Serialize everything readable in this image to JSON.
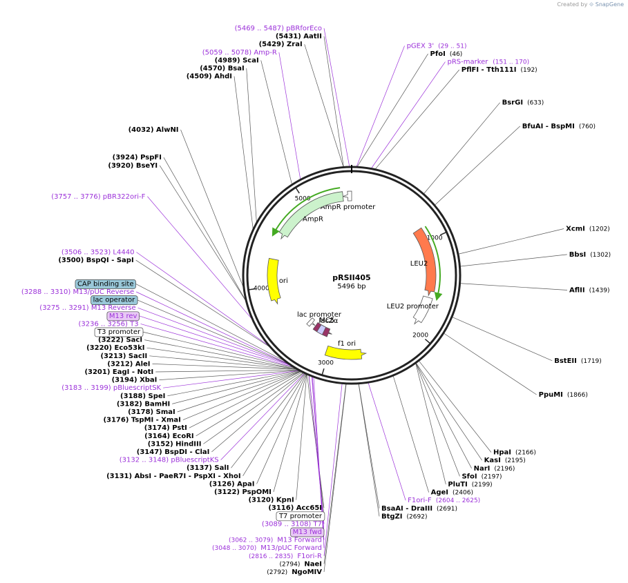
{
  "credit": {
    "prefix": "Created by",
    "brand": "SnapGene"
  },
  "plasmid": {
    "name": "pRSII405",
    "length_label": "5496 bp",
    "length": 5496
  },
  "colors": {
    "primer": "#9b30d9",
    "enzyme_line": "#555555",
    "backbone": "#222222"
  },
  "ticks": [
    {
      "bp": 1000,
      "label": "1000"
    },
    {
      "bp": 2000,
      "label": "2000"
    },
    {
      "bp": 3000,
      "label": "3000"
    },
    {
      "bp": 4000,
      "label": "4000"
    },
    {
      "bp": 5000,
      "label": "5000"
    }
  ],
  "features": [
    {
      "label": "AmpR promoter",
      "start": 5400,
      "end": 5496,
      "color": "#ffffff",
      "dir": -1
    },
    {
      "label": "AmpR",
      "start": 4540,
      "end": 5400,
      "color": "#ccf2cc",
      "dir": -1
    },
    {
      "label": "LEU2",
      "start": 850,
      "end": 1600,
      "color": "#ff7a4d",
      "dir": 1
    },
    {
      "label": "LEU2 promoter",
      "start": 1620,
      "end": 1950,
      "color": "#ffffff",
      "dir": 1
    },
    {
      "label": "ori",
      "start": 3800,
      "end": 4300,
      "color": "#ffff00",
      "dir": -1
    },
    {
      "label": "f1 ori",
      "label_rot": true,
      "start": 2590,
      "end": 3030,
      "color": "#ffff00",
      "dir": -1
    },
    {
      "label": "lac promoter",
      "start": 3300,
      "end": 3400,
      "color": "#ffffff",
      "dir": -1
    },
    {
      "label": "lacZα",
      "start": 3030,
      "end": 3290,
      "color": "#993366",
      "dir": -1
    },
    {
      "label": "MCS",
      "start": 3150,
      "end": 3230,
      "color": "#ccccff",
      "dir": 0
    }
  ],
  "labels": [
    {
      "text": "(5469 .. 5487)  pBRforEco",
      "kind": "primer",
      "bp": 5478
    },
    {
      "text": "PfoI",
      "pos": "(46)",
      "kind": "enzyme",
      "bp": 46
    },
    {
      "text": "(5431)  AatII",
      "kind": "enzyme",
      "bp": 5431
    },
    {
      "text": "(5429)  ZraI",
      "kind": "enzyme",
      "bp": 5429
    },
    {
      "text": "pGEX 3'",
      "pos": "(29 .. 51)",
      "kind": "primer",
      "bp": 40
    },
    {
      "text": "pRS-marker",
      "pos": "(151 .. 170)",
      "kind": "primer",
      "bp": 160
    },
    {
      "text": "PflFI - Tth111I",
      "pos": "(192)",
      "kind": "enzyme",
      "bp": 192
    },
    {
      "text": "(5059 .. 5078)  Amp-R",
      "kind": "primer",
      "bp": 5068
    },
    {
      "text": "(4989)  ScaI",
      "kind": "enzyme",
      "bp": 4989
    },
    {
      "text": "BsrGI",
      "pos": "(633)",
      "kind": "enzyme",
      "bp": 633
    },
    {
      "text": "BfuAI - BspMI",
      "pos": "(760)",
      "kind": "enzyme",
      "bp": 760
    },
    {
      "text": "XcmI",
      "pos": "(1202)",
      "kind": "enzyme",
      "bp": 1202
    },
    {
      "text": "BbsI",
      "pos": "(1302)",
      "kind": "enzyme",
      "bp": 1302
    },
    {
      "text": "AflII",
      "pos": "(1439)",
      "kind": "enzyme",
      "bp": 1439
    },
    {
      "text": "BstEII",
      "pos": "(1719)",
      "kind": "enzyme",
      "bp": 1719
    },
    {
      "text": "PpuMI",
      "pos": "(1866)",
      "kind": "enzyme",
      "bp": 1866
    },
    {
      "text": "HpaI",
      "pos": "(2166)",
      "kind": "enzyme",
      "bp": 2166
    },
    {
      "text": "KasI",
      "pos": "(2195)",
      "kind": "enzyme",
      "bp": 2195
    },
    {
      "text": "NarI",
      "pos": "(2196)",
      "kind": "enzyme",
      "bp": 2196
    },
    {
      "text": "SfoI",
      "pos": "(2197)",
      "kind": "enzyme",
      "bp": 2197
    },
    {
      "text": "PluTI",
      "pos": "(2199)",
      "kind": "enzyme",
      "bp": 2199
    },
    {
      "text": "AgeI",
      "pos": "(2406)",
      "kind": "enzyme",
      "bp": 2406
    },
    {
      "text": "F1ori-F",
      "pos": "(2604 .. 2625)",
      "kind": "primer",
      "bp": 2614
    },
    {
      "text": "BsaAI - DraIII",
      "pos": "(2691)",
      "kind": "enzyme",
      "bp": 2691
    },
    {
      "text": "BtgZI",
      "pos": "(2692)",
      "kind": "enzyme",
      "bp": 2692
    },
    {
      "text": "NgoMIV",
      "pos": "(2792)",
      "kind": "enzyme",
      "bp": 2792
    },
    {
      "text": "NaeI",
      "pos": "(2794)",
      "kind": "enzyme",
      "bp": 2794
    },
    {
      "text": "F1ori-R",
      "pos": "(2816 .. 2835)",
      "kind": "primer",
      "bp": 2825
    },
    {
      "text": "M13/pUC Forward",
      "pos": "(3048 .. 3070)",
      "kind": "primer",
      "bp": 3059
    },
    {
      "text": "M13 Forward",
      "pos": "(3062 .. 3079)",
      "kind": "primer",
      "bp": 3070
    },
    {
      "text": "M13 fwd",
      "kind": "boxed-primer",
      "bp": 3075
    },
    {
      "text": "(3089 .. 3108)  T7",
      "kind": "primer",
      "bp": 3098
    },
    {
      "text": "T7 promoter",
      "kind": "boxed",
      "bp": 3100
    },
    {
      "text": "(3116)  Acc65I",
      "kind": "enzyme",
      "bp": 3116
    },
    {
      "text": "(3120)  KpnI",
      "kind": "enzyme",
      "bp": 3120
    },
    {
      "text": "(3122)  PspOMI",
      "kind": "enzyme",
      "bp": 3122
    },
    {
      "text": "(3126)  ApaI",
      "kind": "enzyme",
      "bp": 3126
    },
    {
      "text": "(3131)  AbsI - PaeR7I - PspXI - XhoI",
      "kind": "enzyme",
      "bp": 3131
    },
    {
      "text": "(3132 .. 3148)  pBluescriptKS",
      "kind": "primer",
      "bp": 3140
    },
    {
      "text": "(3137)  SalI",
      "kind": "enzyme",
      "bp": 3137
    },
    {
      "text": "(3147)  BspDI - ClaI",
      "kind": "enzyme",
      "bp": 3147
    },
    {
      "text": "(3152)  HindIII",
      "kind": "enzyme",
      "bp": 3152
    },
    {
      "text": "(3164)  EcoRI",
      "kind": "enzyme",
      "bp": 3164
    },
    {
      "text": "(3174)  PstI",
      "kind": "enzyme",
      "bp": 3174
    },
    {
      "text": "(3176)  TspMI - XmaI",
      "kind": "enzyme",
      "bp": 3176
    },
    {
      "text": "(3178)  SmaI",
      "kind": "enzyme",
      "bp": 3178
    },
    {
      "text": "(3182)  BamHI",
      "kind": "enzyme",
      "bp": 3182
    },
    {
      "text": "(3188)  SpeI",
      "kind": "enzyme",
      "bp": 3188
    },
    {
      "text": "(3194)  XbaI",
      "kind": "enzyme",
      "bp": 3194
    },
    {
      "text": "(3183 .. 3199)  pBluescriptSK",
      "kind": "primer",
      "bp": 3191
    },
    {
      "text": "(3201)  EagI - NotI",
      "kind": "enzyme",
      "bp": 3201
    },
    {
      "text": "(3212)  AleI",
      "kind": "enzyme",
      "bp": 3212
    },
    {
      "text": "(3213)  SacII",
      "kind": "enzyme",
      "bp": 3213
    },
    {
      "text": "(3220)  Eco53kI",
      "kind": "enzyme",
      "bp": 3220
    },
    {
      "text": "(3222)  SacI",
      "kind": "enzyme",
      "bp": 3222
    },
    {
      "text": "T3 promoter",
      "kind": "boxed",
      "bp": 3240
    },
    {
      "text": "(3236 .. 3256)  T3",
      "kind": "primer",
      "bp": 3246
    },
    {
      "text": "M13 rev",
      "kind": "boxed-primer",
      "bp": 3270
    },
    {
      "text": "(3275 .. 3291)  M13 Reverse",
      "kind": "primer",
      "bp": 3283
    },
    {
      "text": "lac operator",
      "kind": "boxed-blue",
      "bp": 3292
    },
    {
      "text": "(3288 .. 3310)  M13/pUC Reverse",
      "kind": "primer",
      "bp": 3299
    },
    {
      "text": "CAP binding site",
      "kind": "boxed-blue",
      "bp": 3340
    },
    {
      "text": "(3500)  BspQI - SapI",
      "kind": "enzyme",
      "bp": 3500
    },
    {
      "text": "(3506 .. 3523)  L4440",
      "kind": "primer",
      "bp": 3514
    },
    {
      "text": "(3757 .. 3776)  pBR322ori-F",
      "kind": "primer",
      "bp": 3766
    },
    {
      "text": "(3920)  BseYI",
      "kind": "enzyme",
      "bp": 3920
    },
    {
      "text": "(3924)  PspFI",
      "kind": "enzyme",
      "bp": 3924
    },
    {
      "text": "(4032)  AlwNI",
      "kind": "enzyme",
      "bp": 4032
    },
    {
      "text": "(4509)  AhdI",
      "kind": "enzyme",
      "bp": 4509
    },
    {
      "text": "(4570)  BsaI",
      "kind": "enzyme",
      "bp": 4570
    }
  ]
}
